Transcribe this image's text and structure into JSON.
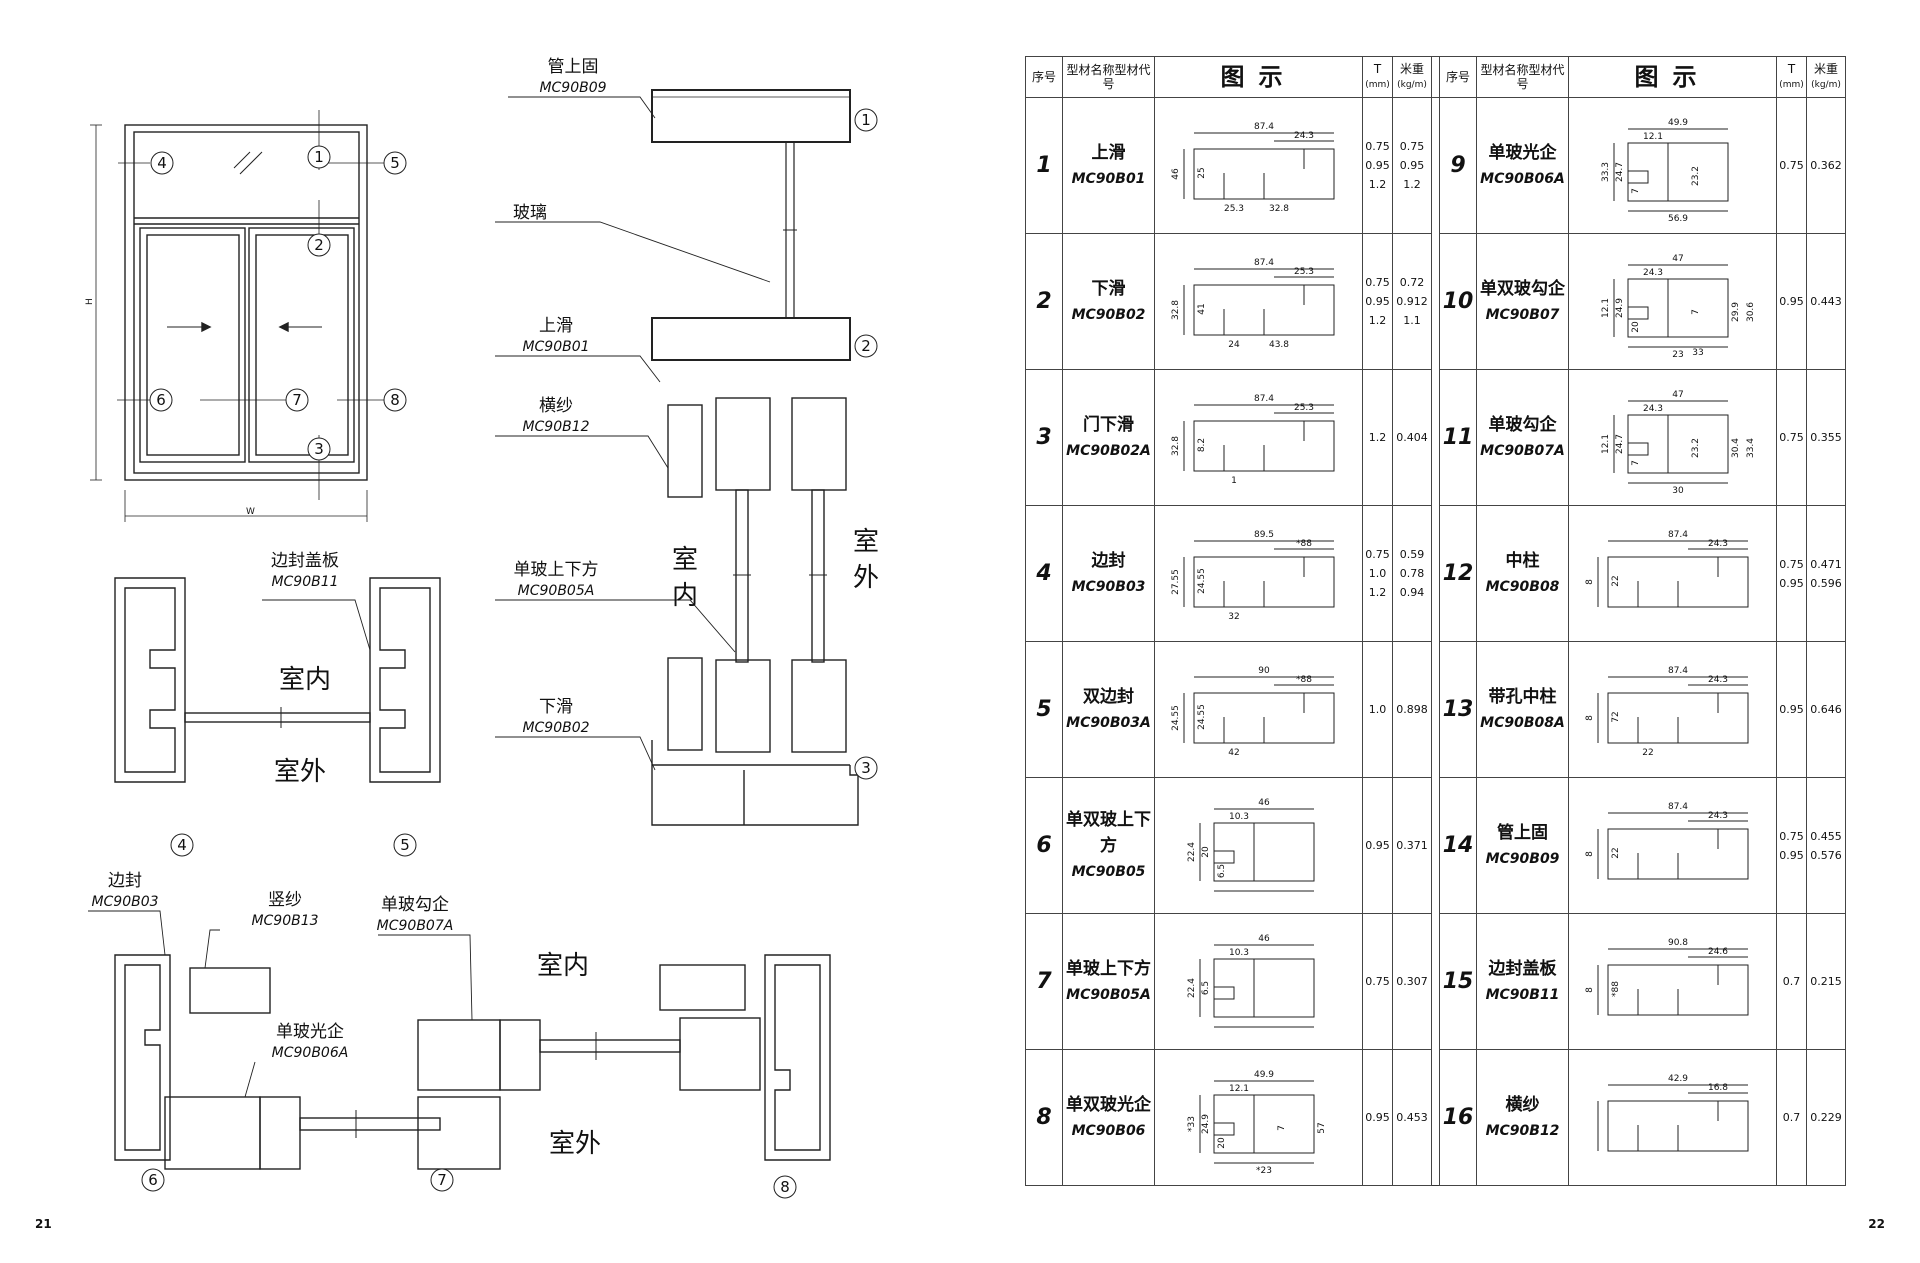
{
  "left_page": {
    "page_number": "21",
    "elevation": {
      "callouts": [
        "1",
        "2",
        "3",
        "4",
        "5",
        "6",
        "7",
        "8"
      ],
      "height_dim": "H",
      "width_dim": "W"
    },
    "section_vertical": {
      "labels": [
        {
          "name": "管上固",
          "code": "MC90B09"
        },
        {
          "name": "玻璃",
          "code": ""
        },
        {
          "name": "上滑",
          "code": "MC90B01"
        },
        {
          "name": "横纱",
          "code": "MC90B12"
        },
        {
          "name": "单玻上下方",
          "code": "MC90B05A"
        },
        {
          "name": "下滑",
          "code": "MC90B02"
        }
      ],
      "indoor": "室内",
      "outdoor": "室外",
      "indoor_v": [
        "室",
        "内"
      ],
      "outdoor_v": [
        "室",
        "外"
      ],
      "callouts": [
        "1",
        "2",
        "3"
      ]
    },
    "section_side": {
      "label": {
        "name": "边封盖板",
        "code": "MC90B11"
      },
      "indoor": "室内",
      "outdoor": "室外",
      "callouts": [
        "4",
        "5"
      ]
    },
    "section_horizontal": {
      "labels": [
        {
          "name": "边封",
          "code": "MC90B03"
        },
        {
          "name": "竖纱",
          "code": "MC90B13"
        },
        {
          "name": "单玻勾企",
          "code": "MC90B07A"
        },
        {
          "name": "单玻光企",
          "code": "MC90B06A"
        }
      ],
      "indoor": "室内",
      "outdoor": "室外",
      "callouts": [
        "6",
        "7",
        "8"
      ]
    }
  },
  "right_page": {
    "page_number": "22",
    "table": {
      "headers": {
        "no": "序号",
        "name": "型材名称型材代号",
        "figure": "图示",
        "t": "T",
        "t_unit": "(mm)",
        "w": "米重",
        "w_unit": "(kg/m)"
      },
      "rows_left": [
        {
          "no": "1",
          "name": "上滑",
          "code": "MC90B01",
          "t": [
            "0.75",
            "0.95",
            "1.2"
          ],
          "w": [
            "0.75",
            "0.95",
            "1.2"
          ],
          "dims": [
            "87.4",
            "24.3",
            "46",
            "25",
            "25.3",
            "32.8"
          ]
        },
        {
          "no": "2",
          "name": "下滑",
          "code": "MC90B02",
          "t": [
            "0.75",
            "0.95",
            "1.2"
          ],
          "w": [
            "0.72",
            "0.912",
            "1.1"
          ],
          "dims": [
            "87.4",
            "25.3",
            "32.8",
            "41",
            "24",
            "43.8"
          ]
        },
        {
          "no": "3",
          "name": "门下滑",
          "code": "MC90B02A",
          "t": [
            "1.2"
          ],
          "w": [
            "0.404"
          ],
          "dims": [
            "87.4",
            "25.3",
            "32.8",
            "8.2",
            "1"
          ]
        },
        {
          "no": "4",
          "name": "边封",
          "code": "MC90B03",
          "t": [
            "0.75",
            "1.0",
            "1.2"
          ],
          "w": [
            "0.59",
            "0.78",
            "0.94"
          ],
          "dims": [
            "89.5",
            "*88",
            "27.55",
            "24.55",
            "32"
          ]
        },
        {
          "no": "5",
          "name": "双边封",
          "code": "MC90B03A",
          "t": [
            "1.0"
          ],
          "w": [
            "0.898"
          ],
          "dims": [
            "90",
            "*88",
            "24.55",
            "24.55",
            "42"
          ]
        },
        {
          "no": "6",
          "name": "单双玻上下方",
          "code": "MC90B05",
          "t": [
            "0.95"
          ],
          "w": [
            "0.371"
          ],
          "dims": [
            "46",
            "10.3",
            "22.4",
            "20",
            "6.5"
          ]
        },
        {
          "no": "7",
          "name": "单玻上下方",
          "code": "MC90B05A",
          "t": [
            "0.75"
          ],
          "w": [
            "0.307"
          ],
          "dims": [
            "46",
            "10.3",
            "22.4",
            "6.5"
          ]
        },
        {
          "no": "8",
          "name": "单双玻光企",
          "code": "MC90B06",
          "t": [
            "0.95"
          ],
          "w": [
            "0.453"
          ],
          "dims": [
            "49.9",
            "12.1",
            "*33",
            "24.9",
            "20",
            "7",
            "*23",
            "57"
          ]
        }
      ],
      "rows_right": [
        {
          "no": "9",
          "name": "单玻光企",
          "code": "MC90B06A",
          "t": [
            "0.75"
          ],
          "w": [
            "0.362"
          ],
          "dims": [
            "49.9",
            "12.1",
            "33.3",
            "24.7",
            "7",
            "23.2",
            "56.9"
          ]
        },
        {
          "no": "10",
          "name": "单双玻勾企",
          "code": "MC90B07",
          "t": [
            "0.95"
          ],
          "w": [
            "0.443"
          ],
          "dims": [
            "47",
            "24.3",
            "12.1",
            "24.9",
            "20",
            "7",
            "23",
            "29.9",
            "30.6",
            "33"
          ]
        },
        {
          "no": "11",
          "name": "单玻勾企",
          "code": "MC90B07A",
          "t": [
            "0.75"
          ],
          "w": [
            "0.355"
          ],
          "dims": [
            "47",
            "24.3",
            "12.1",
            "24.7",
            "7",
            "23.2",
            "30",
            "30.4",
            "33.4"
          ]
        },
        {
          "no": "12",
          "name": "中柱",
          "code": "MC90B08",
          "t": [
            "0.75",
            "0.95"
          ],
          "w": [
            "0.471",
            "0.596"
          ],
          "dims": [
            "87.4",
            "24.3",
            "8",
            "22"
          ]
        },
        {
          "no": "13",
          "name": "带孔中柱",
          "code": "MC90B08A",
          "t": [
            "0.95"
          ],
          "w": [
            "0.646"
          ],
          "dims": [
            "87.4",
            "24.3",
            "8",
            "72",
            "22"
          ]
        },
        {
          "no": "14",
          "name": "管上固",
          "code": "MC90B09",
          "t": [
            "0.75",
            "0.95"
          ],
          "w": [
            "0.455",
            "0.576"
          ],
          "dims": [
            "87.4",
            "24.3",
            "8",
            "22"
          ]
        },
        {
          "no": "15",
          "name": "边封盖板",
          "code": "MC90B11",
          "t": [
            "0.7"
          ],
          "w": [
            "0.215"
          ],
          "dims": [
            "90.8",
            "24.6",
            "8",
            "*88"
          ]
        },
        {
          "no": "16",
          "name": "横纱",
          "code": "MC90B12",
          "t": [
            "0.7"
          ],
          "w": [
            "0.229"
          ],
          "dims": [
            "42.9",
            "16.8"
          ]
        }
      ]
    }
  }
}
